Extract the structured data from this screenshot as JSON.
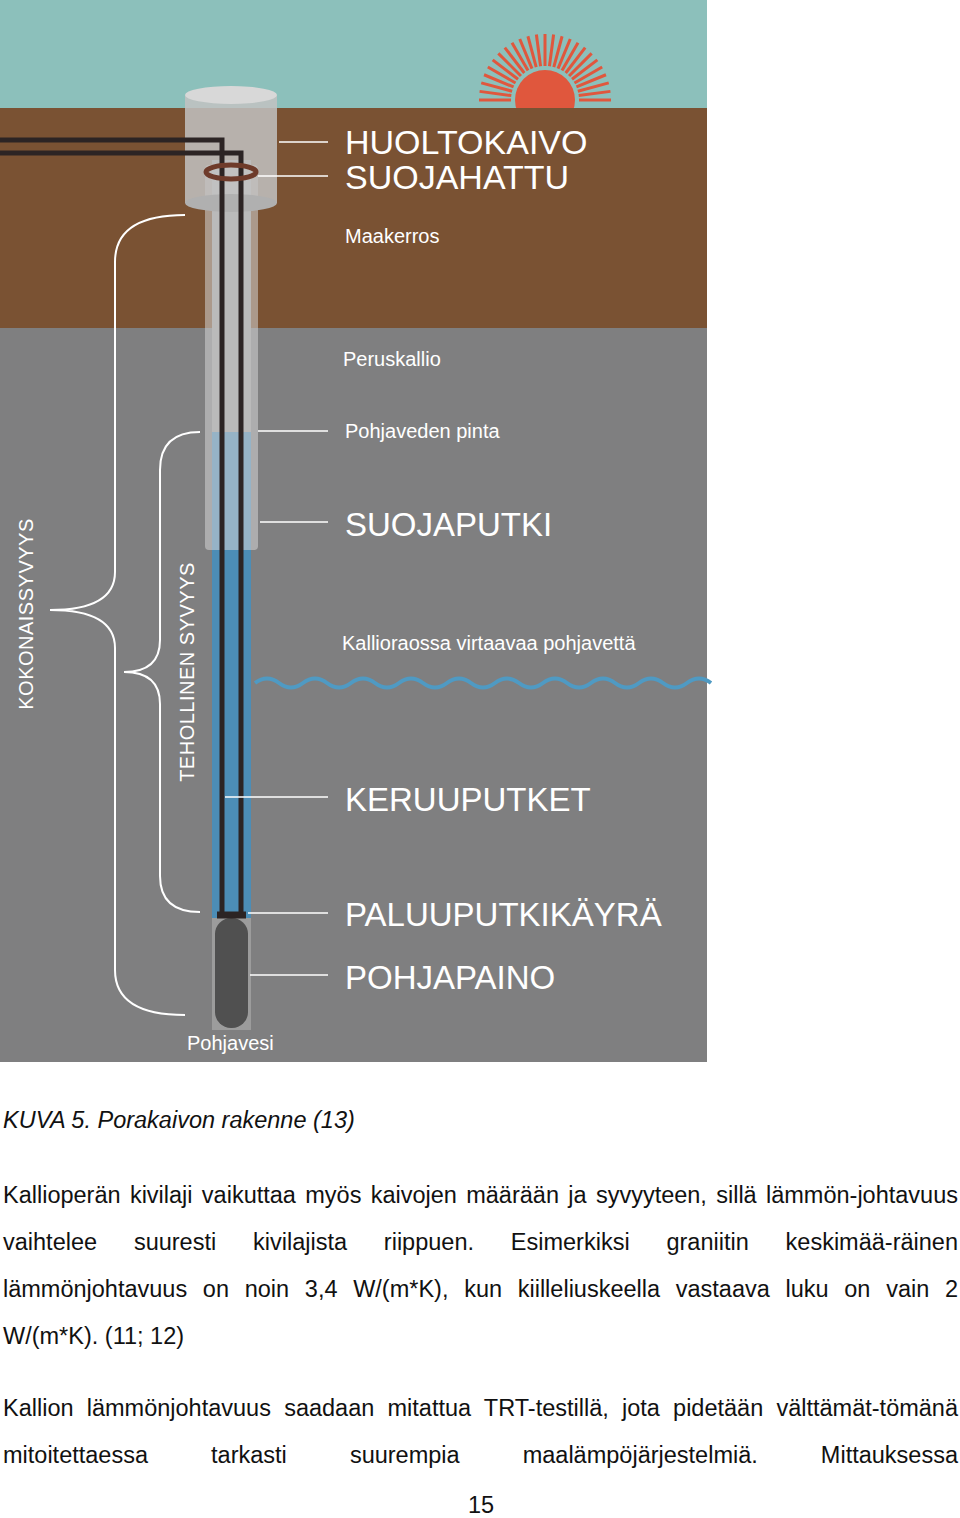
{
  "diagram": {
    "caption": "KUVA 5. Porakaivon rakenne (13)",
    "labels": [
      "HUOLTOKAIVO",
      "SUOJAHATTU",
      "Maakerros",
      "Peruskallio",
      "Pohjaveden pinta",
      "SUOJAPUTKI",
      "Kallioraossa virtaavaa pohjavettä",
      "KERUUPUTKET",
      "PALUUPUTKIKÄYRÄ",
      "POHJAPAINO",
      "Pohjavesi",
      "KOKONAISSYVYYS",
      "TEHOLLINEN SYVYYS",
      "Kallioperän kivilaji vaikuttaa myös kaivojen määrään ja syvyyteen, sillä lämmön-johtavuus vaihtelee suuresti kivilajista riippuen. Esimerkiksi graniitin keskimää-räinen lämmönjohtavuus on noin 3,4 W/(m*K), kun kiilleliuskeella vastaava luku on vain 2 W/(m*K). (11; 12)",
      "Kallion lämmönjohtavuus saadaan mitattua TRT-testillä, jota pidetään välttämät-tömänä mitoitettaessa tarkasti suurempia maalämpöjärjestelmiä. Mittauksessa",
      "15"
    ]
  }
}
